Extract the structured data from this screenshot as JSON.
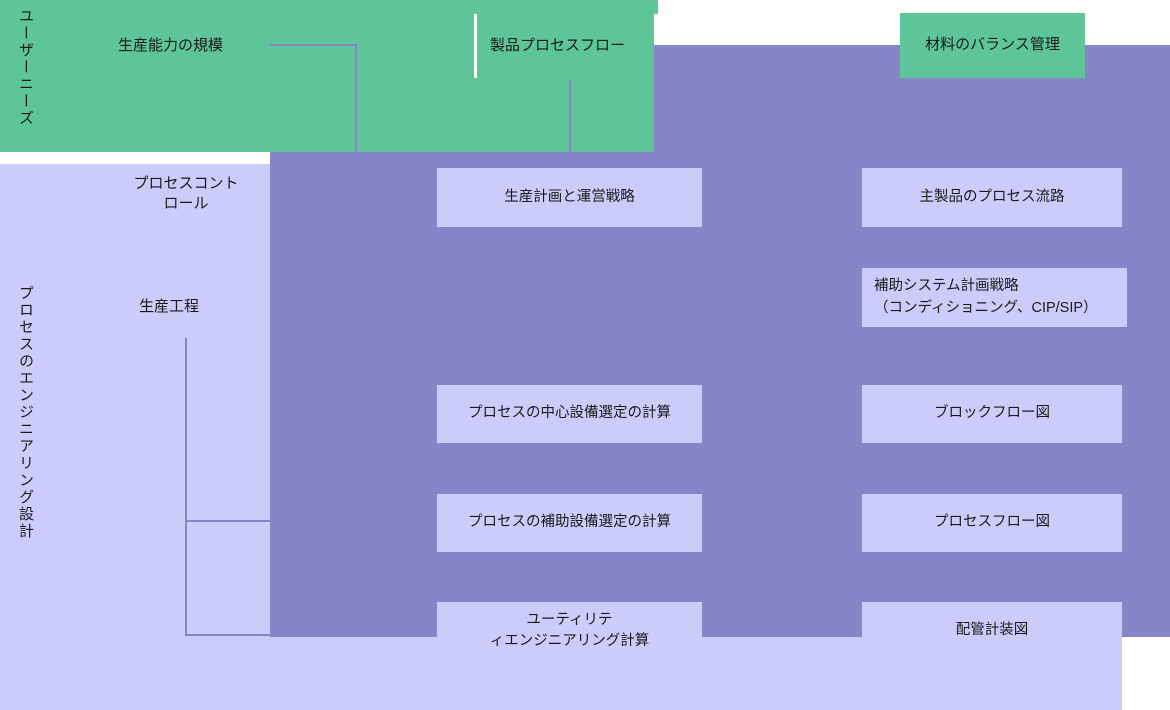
{
  "diagram": {
    "title": "プロセスのエンジニアリング設計",
    "colors": {
      "green": "#5ec598",
      "light_purple": "#ccccfb",
      "mid_purple": "#8486c8",
      "text": "#1a1a1a"
    },
    "row_headings": [
      {
        "id": "user-needs",
        "label": "ユーザーニーズ",
        "orientation": "vertical"
      },
      {
        "id": "process-engineering-design",
        "label": "プロセスのエンジニアリング設計",
        "orientation": "vertical"
      }
    ],
    "stage_labels": [
      {
        "id": "capacity-scale",
        "label": "生産能力の規模"
      },
      {
        "id": "product-process-flow",
        "label": "製品プロセスフロー"
      },
      {
        "id": "material-balance",
        "label": "材料のバランス管理"
      },
      {
        "id": "process-control",
        "label": "プロセスコントロール"
      },
      {
        "id": "production-step",
        "label": "生産工程"
      }
    ],
    "cards": {
      "center_column": [
        {
          "id": "plan",
          "label": "生産計画と運営戦略"
        },
        {
          "id": "core-equipment-calc",
          "label": "プロセスの中心設備選定の計算"
        },
        {
          "id": "aux-equipment-calc",
          "label": "プロセスの補助設備選定の計算"
        },
        {
          "id": "utility-calc",
          "label": "ユーティリテ\nィエンジニアリング計算"
        }
      ],
      "right_column": [
        {
          "id": "main-product-flow",
          "label": "主製品のプロセス流路"
        },
        {
          "id": "aux-system-plan",
          "label": "補助システム計画戦略\n（コンディショニング、CIP/SIP）"
        },
        {
          "id": "block-flow-diagram",
          "label": "ブロックフロー図"
        },
        {
          "id": "process-flow-diagram",
          "label": "プロセスフロー図"
        },
        {
          "id": "piping-instrument-diagram",
          "label": "配管計装図"
        }
      ]
    }
  }
}
